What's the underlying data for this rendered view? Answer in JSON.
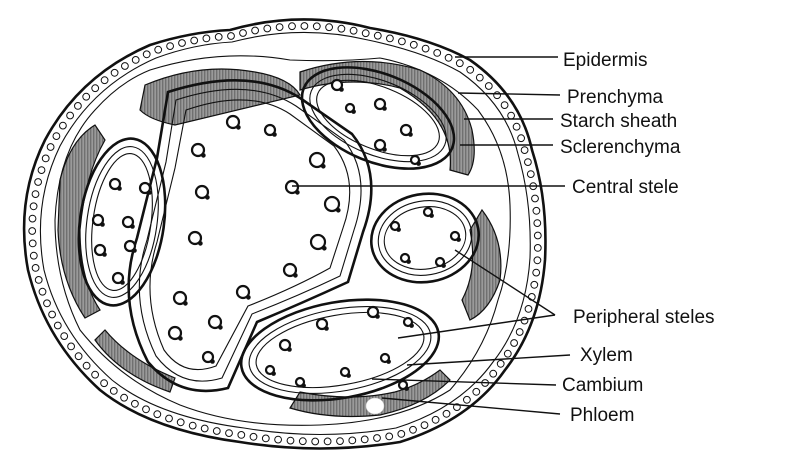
{
  "labels": {
    "epidermis": "Epidermis",
    "parenchyma": "Prenchyma",
    "starch_sheath": "Starch sheath",
    "sclerenchyma": "Sclerenchyma",
    "central_stele": "Central stele",
    "peripheral_steles": "Peripheral steles",
    "xylem": "Xylem",
    "cambium": "Cambium",
    "phloem": "Phloem"
  },
  "colors": {
    "ink": "#111111",
    "sclerenchyma_fill": "#8f8f8f",
    "background": "#ffffff"
  }
}
